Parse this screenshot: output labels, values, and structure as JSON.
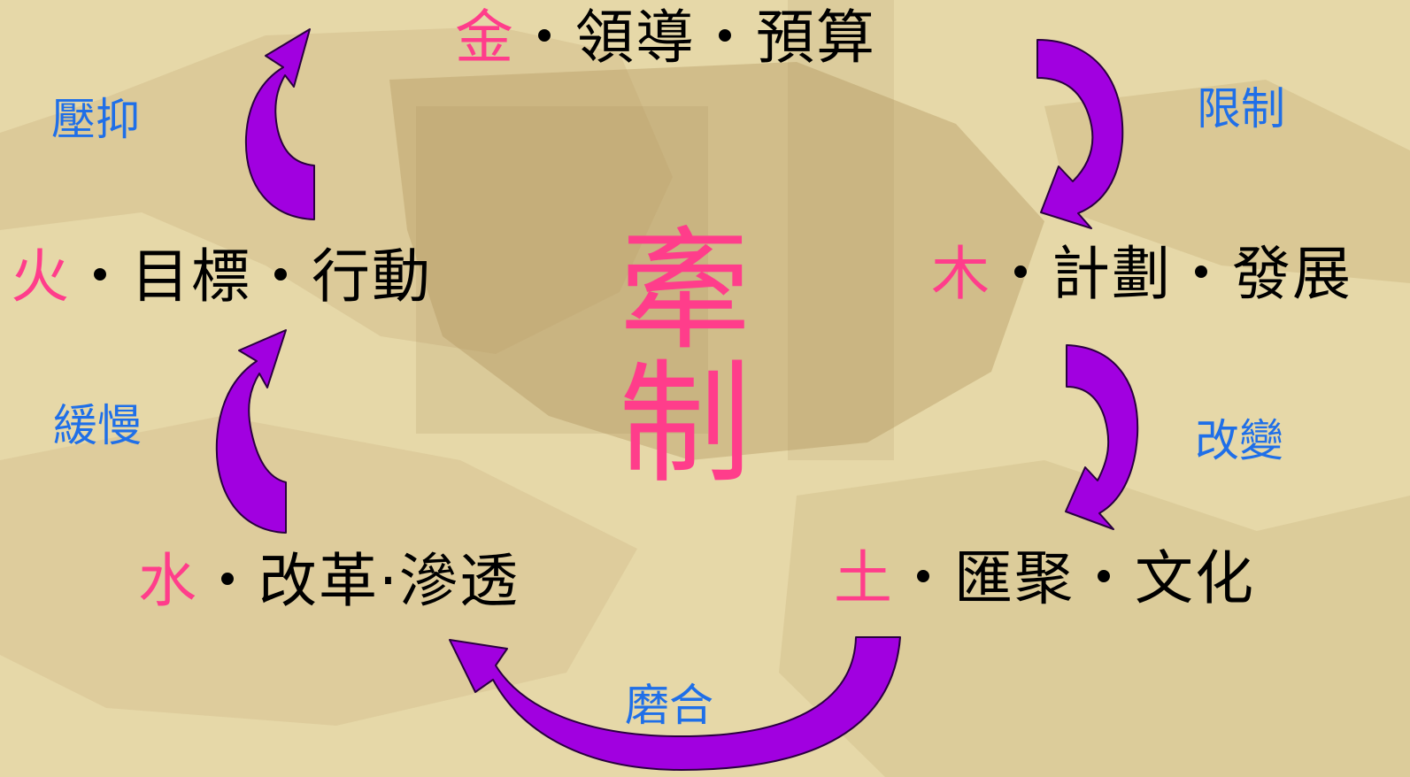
{
  "center": {
    "line1": "牽",
    "line2": "制"
  },
  "nodes": {
    "metal": {
      "element": "金",
      "text": "・領導・預算"
    },
    "wood": {
      "element": "木",
      "text": "・計劃・發展"
    },
    "earth": {
      "element": "土",
      "text": "・匯聚・文化"
    },
    "water": {
      "element": "水",
      "text": "・改革·滲透"
    },
    "fire": {
      "element": "火",
      "text": "・目標・行動"
    }
  },
  "relations": {
    "metal_to_wood": "限制",
    "wood_to_earth": "改變",
    "earth_to_water": "磨合",
    "water_to_fire": "緩慢",
    "fire_to_metal": "壓抑"
  },
  "colors": {
    "element": "#ff3d8b",
    "relation": "#1f6fe8",
    "arrow_fill": "#a100e0",
    "background": "#eadcb0"
  }
}
